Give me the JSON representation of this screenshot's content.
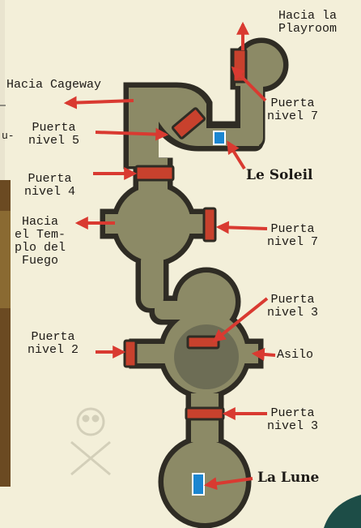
{
  "colors": {
    "paper": "#f3efd9",
    "wall": "#2f2c24",
    "floor": "#8c8a66",
    "floor_dark": "#6d6d55",
    "door": "#c8412d",
    "arrow": "#d93a31",
    "marker": "#1b86d1"
  },
  "labels": {
    "playroom_1": "Hacia la",
    "playroom_2": "Playroom",
    "cageway": "Hacia Cageway",
    "door7_top_1": "Puerta",
    "door7_top_2": "nivel 7",
    "door5_1": "Puerta",
    "door5_2": "nivel 5",
    "soleil": "Le Soleil",
    "door4_1": "Puerta",
    "door4_2": "nivel 4",
    "temple_1": "Hacia",
    "temple_2": "el Tem-",
    "temple_3": "plo del",
    "temple_4": "Fuego",
    "door7_mid_1": "Puerta",
    "door7_mid_2": "nivel 7",
    "door3_top_1": "Puerta",
    "door3_top_2": "nivel 3",
    "door2_1": "Puerta",
    "door2_2": "nivel 2",
    "asilo": "Asilo",
    "door3_bot_1": "Puerta",
    "door3_bot_2": "nivel 3",
    "lune": "La Lune",
    "edge_text": "u-"
  },
  "icons": [
    "pirate-skull-watermark-icon",
    "blue-marker-icon"
  ]
}
